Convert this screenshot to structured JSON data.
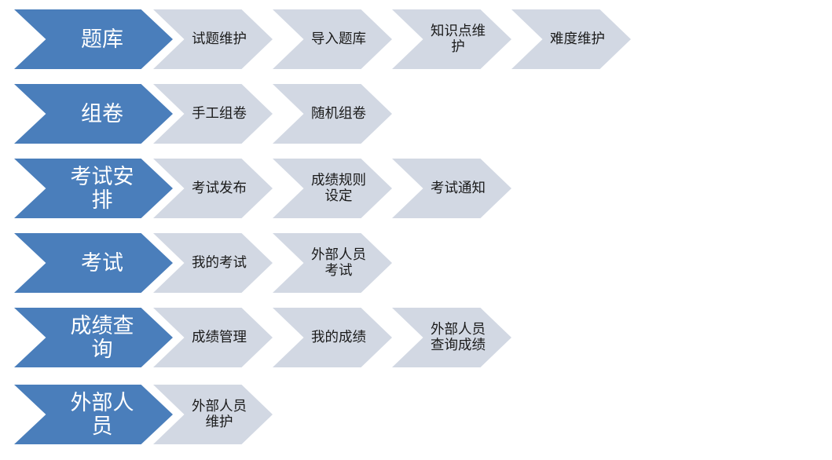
{
  "diagram": {
    "type": "chevron-process",
    "colors": {
      "primary_fill": "#4A7EBB",
      "primary_text": "#FFFFFF",
      "secondary_fill": "#D2D8E3",
      "secondary_text": "#1A1A1A",
      "background": "#FFFFFF"
    },
    "rows": [
      {
        "id": "question-bank",
        "primary": "题库",
        "steps": [
          "试题维护",
          "导入题库",
          "知识点维\n护",
          "难度维护"
        ]
      },
      {
        "id": "paper-composition",
        "primary": "组卷",
        "steps": [
          "手工组卷",
          "随机组卷"
        ]
      },
      {
        "id": "exam-arrangement",
        "primary": "考试安\n排",
        "steps": [
          "考试发布",
          "成绩规则\n设定",
          "考试通知"
        ]
      },
      {
        "id": "exam",
        "primary": "考试",
        "steps": [
          "我的考试",
          "外部人员\n考试"
        ]
      },
      {
        "id": "score-query",
        "primary": "成绩查\n询",
        "steps": [
          "成绩管理",
          "我的成绩",
          "外部人员\n查询成绩"
        ]
      },
      {
        "id": "external-personnel",
        "primary": "外部人\n员",
        "steps": [
          "外部人员\n维护"
        ]
      }
    ]
  }
}
